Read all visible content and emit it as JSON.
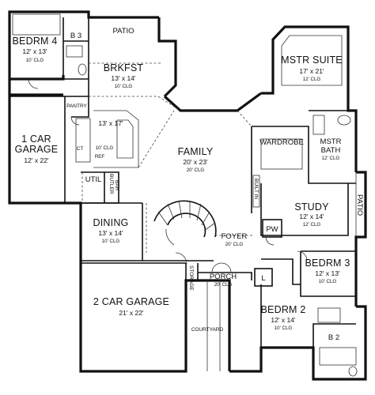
{
  "rooms": {
    "bedrm4": {
      "name": "BEDRM 4",
      "dims": "12' x 13'",
      "clg": "10' CLG"
    },
    "b3": {
      "name": "B 3"
    },
    "patio_top": {
      "name": "PATIO"
    },
    "brkfst": {
      "name": "BRKFST",
      "dims": "13' x 14'",
      "clg": "10' CLG"
    },
    "mstr_suite": {
      "name": "MSTR SUITE",
      "dims": "17' x 21'",
      "clg": "12' CLG"
    },
    "pantry": {
      "name": "PANTRY"
    },
    "kitchen": {
      "dims": "13' x 17'",
      "clg": "10' CLG",
      "ref": "REF"
    },
    "car1": {
      "name1": "1 CAR",
      "name2": "GARAGE",
      "dims": "12' x 22'"
    },
    "ct": {
      "name": "CT"
    },
    "util": {
      "name": "UTIL"
    },
    "butler": {
      "name1": "BUTLER",
      "name2": "BAR"
    },
    "family": {
      "name": "FAMILY",
      "dims": "20' x 23'",
      "clg": "20' CLG"
    },
    "wardrobe": {
      "name": "WARDROBE"
    },
    "mstr_bath": {
      "name1": "MSTR",
      "name2": "BATH",
      "clg": "12' CLG"
    },
    "built_in": {
      "name": "BUILT IN"
    },
    "study": {
      "name": "STUDY",
      "dims": "12' x 14'",
      "clg": "12' CLG"
    },
    "patio_right": {
      "name": "PATIO"
    },
    "dining": {
      "name": "DINING",
      "dims": "13' x 14'",
      "clg": "10' CLG"
    },
    "pw": {
      "name": "PW"
    },
    "foyer": {
      "name": "FOYER",
      "clg": "20' CLG"
    },
    "bedrm3": {
      "name": "BEDRM 3",
      "dims": "12' x 13'",
      "clg": "10' CLG"
    },
    "storage": {
      "name": "STORAGE"
    },
    "porch": {
      "name": "PORCH",
      "clg": "20' CLG"
    },
    "car2": {
      "name": "2 CAR GARAGE",
      "dims": "21' x 22'"
    },
    "l_closet": {
      "name": "L"
    },
    "bedrm2": {
      "name": "BEDRM 2",
      "dims": "12' x 14'",
      "clg": "10' CLG"
    },
    "courtyard": {
      "name": "COURTYARD"
    },
    "b2": {
      "name": "B 2"
    }
  }
}
